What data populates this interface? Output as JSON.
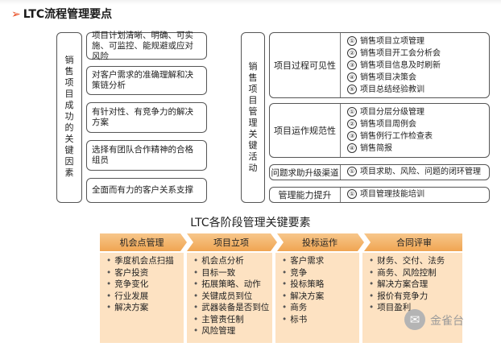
{
  "header": {
    "title": "LTC流程管理要点"
  },
  "left_panel": {
    "label": [
      "销",
      "售",
      "项",
      "目",
      "成",
      "功",
      "的",
      "关",
      "键",
      "因",
      "素"
    ],
    "factors": [
      "项目计划清晰、明确、可实施、可监控、能规避或应对风险",
      "对客户需求的准确理解和决策链分析",
      "有针对性、有竞争力的解决方案",
      "选择有团队合作精神的合格组员",
      "全面而有力的客户关系支撑"
    ]
  },
  "right_panel": {
    "label": [
      "销",
      "售",
      "项",
      "目",
      "管",
      "理",
      "关",
      "键",
      "活",
      "动"
    ],
    "groups": [
      {
        "name": "项目过程可见性",
        "items": [
          {
            "n": "①",
            "text": "销售项目立项管理"
          },
          {
            "n": "②",
            "text": "销售项目开工会分析会"
          },
          {
            "n": "③",
            "text": "销售项目信息及时刷新"
          },
          {
            "n": "④",
            "text": "销售项目决策会"
          },
          {
            "n": "⑤",
            "text": "项目总结经验教训"
          }
        ]
      },
      {
        "name": "项目运作规范性",
        "items": [
          {
            "n": "①",
            "text": "项目分层分级管理"
          },
          {
            "n": "②",
            "text": "销售项目周例会"
          },
          {
            "n": "③",
            "text": "销售例行工作检查表"
          },
          {
            "n": "④",
            "text": "销售简报"
          }
        ]
      },
      {
        "name": "问题求助升级渠道",
        "items": [
          {
            "n": "①",
            "text": "项目求助、风险、问题的闭环管理"
          }
        ]
      },
      {
        "name": "管理能力提升",
        "items": [
          {
            "n": "①",
            "text": "项目管理技能培训"
          }
        ]
      }
    ]
  },
  "stages_title": "LTC各阶段管理关键要素",
  "stages": [
    {
      "name": "机会点管理",
      "items": [
        "季度机会点扫描",
        "客户投资",
        "竞争变化",
        "行业发展",
        "解决方案"
      ]
    },
    {
      "name": "项目立项",
      "items": [
        "机会点分析",
        "目标一致",
        "拓展策略、动作",
        "关键成员到位",
        "武器装备是否到位",
        "主管责任制",
        "风险管理"
      ]
    },
    {
      "name": "投标运作",
      "items": [
        "客户需求",
        "竞争",
        "投标策略",
        "解决方案",
        "商务",
        "标书"
      ]
    },
    {
      "name": "合同评审",
      "items": [
        "财务、交付、法务",
        "商务、风险控制",
        "解决方案合理",
        "报价有竞争力",
        "项目盈利"
      ]
    }
  ],
  "watermark": {
    "text": "金雀台",
    "logo": "wechat-logo-icon"
  },
  "colors": {
    "accent": "#e8491d",
    "stage_header": "#f1a95a",
    "stage_body": "#fde2c2"
  }
}
